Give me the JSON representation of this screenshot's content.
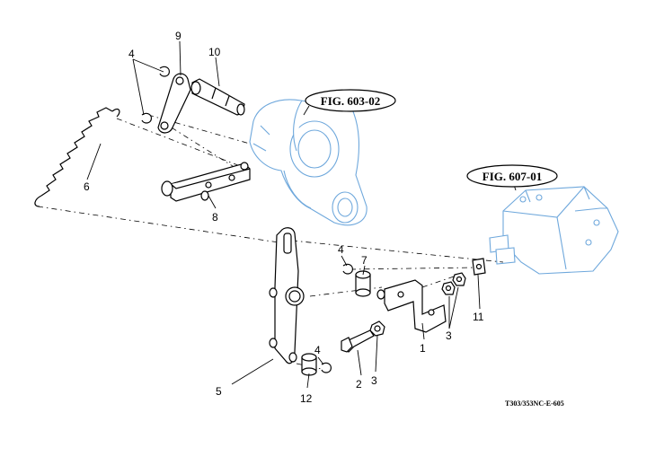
{
  "diagram_code": "T303/353NC-E-605",
  "figure_refs": [
    {
      "id": "fig-603-02",
      "label": "FIG. 603-02"
    },
    {
      "id": "fig-607-01",
      "label": "FIG. 607-01"
    }
  ],
  "callouts": {
    "c1": "1",
    "c2": "2",
    "c3a": "3",
    "c3b": "3",
    "c4a": "4",
    "c4b": "4",
    "c4c": "4",
    "c5": "5",
    "c6": "6",
    "c7": "7",
    "c8": "8",
    "c9": "9",
    "c10": "10",
    "c11": "11",
    "c12": "12"
  },
  "colors": {
    "line": "#000000",
    "reference_part": "#6fa8dc",
    "background": "#ffffff"
  }
}
